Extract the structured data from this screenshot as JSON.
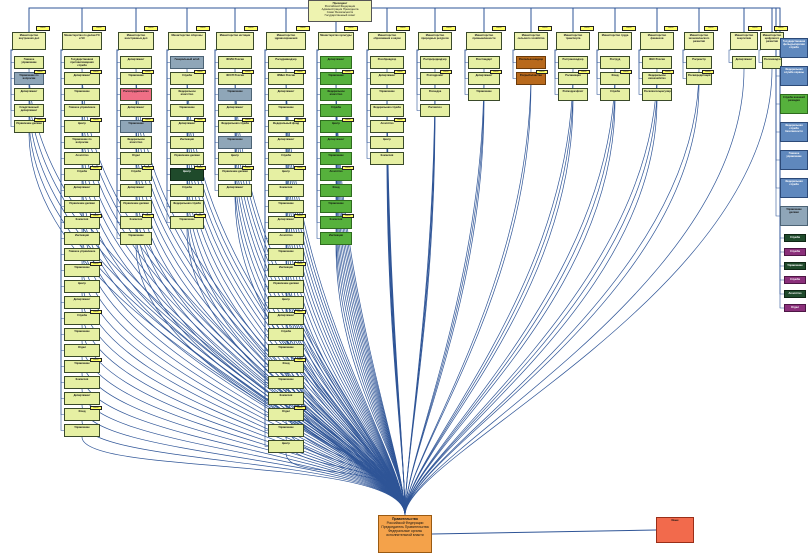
{
  "org": {
    "root": {
      "title": "Президент",
      "lines": [
        "Российской Федерации",
        "Администрация Президента",
        "Совет Безопасности",
        "Государственный совет"
      ]
    },
    "government": {
      "title": "Правительство",
      "lines": [
        "Российской Федерации",
        "Председатель Правительства",
        "Федеральные органы",
        "исполнительной власти"
      ]
    },
    "other": {
      "title": "Иные"
    }
  },
  "tag_text": "Указ / Постановление",
  "columns": [
    {
      "id": "c0",
      "title": "Министерство внутренних дел",
      "children": [
        "Главное управление",
        "Управление по вопросам",
        "Департамент",
        "Следственный департамент",
        "Управление делами"
      ]
    },
    {
      "id": "c1",
      "title": "Министерство по делам ГО и ЧС",
      "children": [
        "Государственная противопожарная служба",
        "Департамент",
        "Управление",
        "Главное управление",
        "Центр",
        "Управление по вопросам",
        "Агентство",
        "Служба",
        "Департамент",
        "Управление делами",
        "Комиссия",
        "Инспекция",
        "Главное управление",
        "Управление",
        "Центр",
        "Департамент",
        "Служба",
        "Управление",
        "Отдел",
        "Управление",
        "Комиссия",
        "Департамент",
        "Фонд",
        "Управление"
      ]
    },
    {
      "id": "c2",
      "title": "Министерство иностранных дел",
      "children": [
        "Департамент",
        "Управление",
        "Россотрудничество",
        "Департамент",
        "Управление",
        "Федеральное агентство",
        "Отдел",
        "Служба",
        "Департамент",
        "Управление делами",
        "Комиссия",
        "Управление"
      ]
    },
    {
      "id": "c3",
      "title": "Министерство обороны",
      "children": [
        "Генеральный штаб",
        "Служба",
        "Федеральное агентство",
        "Управление",
        "Департамент",
        "Инспекция",
        "Управление делами",
        "Центр",
        "Служба",
        "Федеральная служба",
        "Управление"
      ]
    },
    {
      "id": "c4",
      "title": "Министерство юстиции",
      "children": [
        "ФСИН России",
        "ФССП России",
        "Управление",
        "Департамент",
        "Федеральная служба",
        "Управление",
        "Центр",
        "Управление делами",
        "Департамент"
      ]
    },
    {
      "id": "c5",
      "title": "Министерство здравоохранения",
      "children": [
        "Росздравнадзор",
        "ФМБА России",
        "Департамент",
        "Управление",
        "Федеральный фонд",
        "Департамент",
        "Служба",
        "Центр",
        "Комиссия",
        "Управление",
        "Департамент",
        "Агентство",
        "Управление",
        "Инспекция",
        "Управление делами",
        "Центр",
        "Департамент",
        "Служба",
        "Управление",
        "Фонд",
        "Управление",
        "Комиссия",
        "Отдел",
        "Управление",
        "Центр"
      ]
    },
    {
      "id": "c6",
      "title": "Министерство культуры",
      "children": [
        "Департамент",
        "Управление",
        "Федеральное агентство",
        "Служба",
        "Центр",
        "Департамент",
        "Управление",
        "Агентство",
        "Фонд",
        "Управление",
        "Комиссия",
        "Инспекция"
      ]
    },
    {
      "id": "c7",
      "title": "Министерство образования и науки",
      "children": [
        "Рособрнадзор",
        "Департамент",
        "Управление",
        "Федеральная служба",
        "Агентство",
        "Центр",
        "Комиссия"
      ]
    },
    {
      "id": "c8",
      "title": "Министерство природных ресурсов",
      "children": [
        "Росприроднадзор",
        "Росгидромет",
        "Роснедра",
        "Рослесхоз"
      ]
    },
    {
      "id": "c9",
      "title": "Министерство промышленности",
      "children": [
        "Росстандарт",
        "Департамент",
        "Управление"
      ]
    },
    {
      "id": "c10",
      "title": "Министерство сельского хозяйства",
      "children": [
        "Россельхознадзор",
        "Росрыболовство"
      ]
    },
    {
      "id": "c11",
      "title": "Министерство транспорта",
      "children": [
        "Ространснадзор",
        "Росавиация",
        "Росморречфлот"
      ]
    },
    {
      "id": "c12",
      "title": "Министерство труда",
      "children": [
        "Роструд",
        "Фонд",
        "Служба"
      ]
    },
    {
      "id": "c13",
      "title": "Министерство финансов",
      "children": [
        "ФНС России",
        "Федеральное казначейство",
        "Росалкогольрегулирование"
      ]
    },
    {
      "id": "c14",
      "title": "Министерство экономического развития",
      "children": [
        "Росреестр",
        "Росаккредитация"
      ]
    },
    {
      "id": "c15",
      "title": "Министерство энергетики",
      "children": [
        "Департамент"
      ]
    },
    {
      "id": "c16",
      "title": "Министерство цифрового развития",
      "children": [
        "Роскомнадзор"
      ]
    }
  ],
  "right_nodes": [
    {
      "title": "Государственная фельдъегерская служба",
      "type": "blue"
    },
    {
      "title": "Федеральная служба охраны",
      "type": "blue"
    },
    {
      "title": "Служба внешней разведки",
      "type": "green"
    },
    {
      "title": "Федеральная служба безопасности",
      "type": "blue"
    },
    {
      "title": "Главное управление",
      "type": "blue"
    },
    {
      "title": "Федеральная служба",
      "type": "blue"
    },
    {
      "title": "Управление делами",
      "type": "steel"
    },
    {
      "title": "Служба",
      "type": "dark"
    },
    {
      "title": "Служба",
      "type": "purple"
    },
    {
      "title": "Управление",
      "type": "dark"
    },
    {
      "title": "Служба",
      "type": "purple"
    },
    {
      "title": "Агентство",
      "type": "dark"
    },
    {
      "title": "Отдел",
      "type": "purple"
    }
  ]
}
